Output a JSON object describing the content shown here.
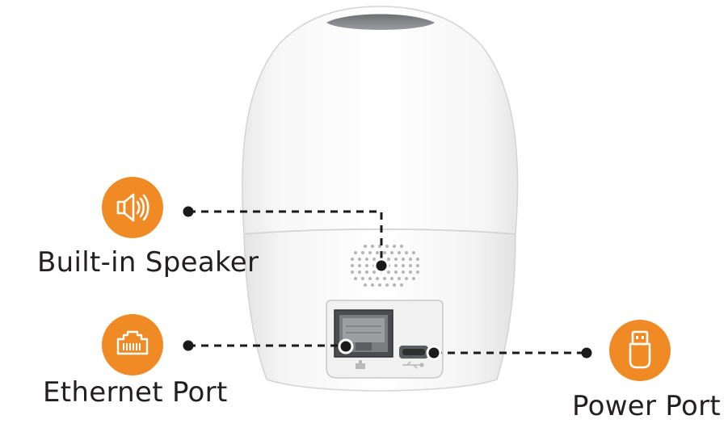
{
  "diagram": {
    "accent_color": "#f08a24",
    "callouts": [
      {
        "id": "speaker",
        "label": "Built-in Speaker",
        "icon": "speaker-icon"
      },
      {
        "id": "ethernet",
        "label": "Ethernet Port",
        "icon": "ethernet-port-icon"
      },
      {
        "id": "power",
        "label": "Power Port",
        "icon": "usb-plug-icon"
      }
    ]
  }
}
